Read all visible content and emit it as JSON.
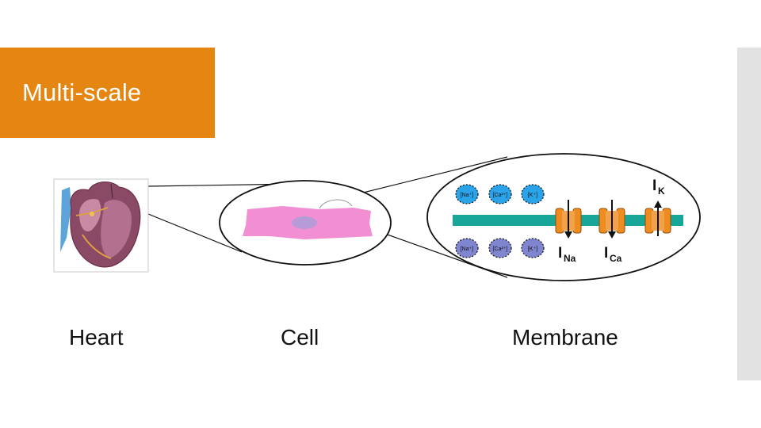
{
  "slide": {
    "title": "Multi-scale",
    "accent_color": "#e58613"
  },
  "captions": {
    "heart": "Heart",
    "cell": "Cell",
    "membrane": "Membrane"
  },
  "membrane": {
    "ions_top": [
      "[Na⁺]",
      "[Ca²⁺]",
      "[K⁺]"
    ],
    "ions_bottom": [
      "[Na⁺]",
      "[Ca²⁺]",
      "[K⁺]"
    ],
    "currents": [
      {
        "label": "I",
        "sub": "Na",
        "direction": "inward"
      },
      {
        "label": "I",
        "sub": "Ca",
        "direction": "inward"
      },
      {
        "label": "I",
        "sub": "K",
        "direction": "outward"
      }
    ],
    "colors": {
      "membrane": "#17a697",
      "channel": "#ef8c1f",
      "ion_top": "#2aa3e8",
      "ion_bottom": "#7f86cf",
      "cell": "#f28fd3",
      "nucleus": "#b79ad8"
    }
  }
}
